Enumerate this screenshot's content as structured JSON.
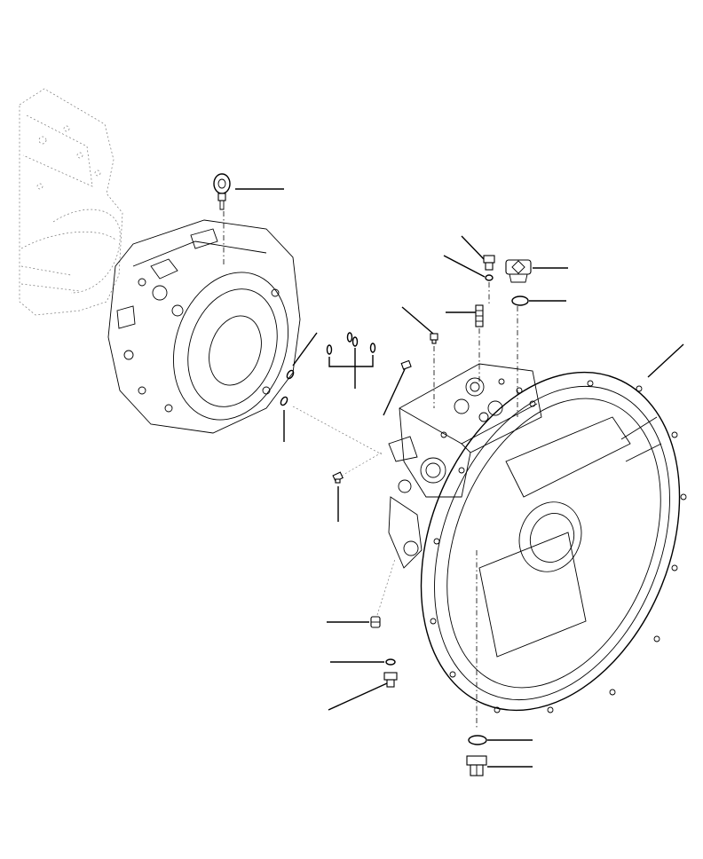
{
  "diagram": {
    "style": "exploded-view line drawing",
    "colors": {
      "line": "#000000",
      "ghost": "#777777",
      "background": "#ffffff"
    },
    "callouts": [
      {
        "id": "eye-bolt",
        "icon": "eye-bolt-icon"
      },
      {
        "id": "plug-upper",
        "icon": "plug-icon"
      },
      {
        "id": "washer-upper",
        "icon": "washer-icon"
      },
      {
        "id": "nipple",
        "icon": "nipple-icon"
      },
      {
        "id": "cap-plug",
        "icon": "cap-plug-icon"
      },
      {
        "id": "o-ring-upper",
        "icon": "o-ring-icon"
      },
      {
        "id": "small-plug",
        "icon": "plug-icon"
      },
      {
        "id": "side-plug",
        "icon": "plug-icon"
      },
      {
        "id": "o-ring-left",
        "icon": "o-ring-icon"
      },
      {
        "id": "o-ring-set",
        "icon": "o-ring-icon"
      },
      {
        "id": "o-ring-lower-left",
        "icon": "o-ring-icon"
      },
      {
        "id": "plug-mid",
        "icon": "plug-icon"
      },
      {
        "id": "flywheel-housing",
        "icon": "housing-icon"
      },
      {
        "id": "plug-low",
        "icon": "plug-icon"
      },
      {
        "id": "washer-low",
        "icon": "washer-icon"
      },
      {
        "id": "plug-low-2",
        "icon": "plug-icon"
      },
      {
        "id": "o-ring-bottom",
        "icon": "o-ring-icon"
      },
      {
        "id": "drain-plug",
        "icon": "drain-plug-icon"
      }
    ]
  }
}
